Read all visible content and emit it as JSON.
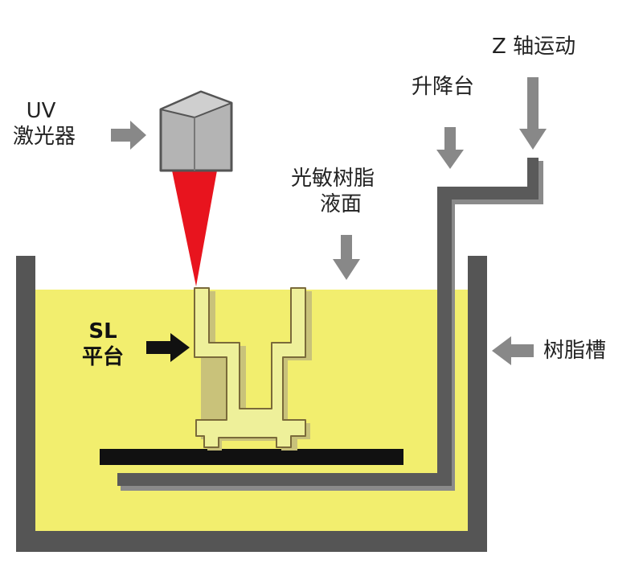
{
  "labels": {
    "uv_laser": {
      "line1": "UV",
      "line2": "激光器"
    },
    "z_axis": "Z 轴运动",
    "lift_platform": "升降台",
    "resin_surface": {
      "line1": "光敏树脂",
      "line2": "液面"
    },
    "sl_platform": {
      "line1": "SL",
      "line2": "平台"
    },
    "resin_tank": "树脂槽"
  },
  "colors": {
    "resin": "#f2ee6e",
    "tank_wall": "#555555",
    "arrow": "#888888",
    "laser_beam": "#e8141e",
    "laser_body": "#b4b4b4",
    "part": "#eef09a",
    "part_outline": "#7a6a3a",
    "platform": "#111111",
    "pointer_arrow": "#111111"
  }
}
